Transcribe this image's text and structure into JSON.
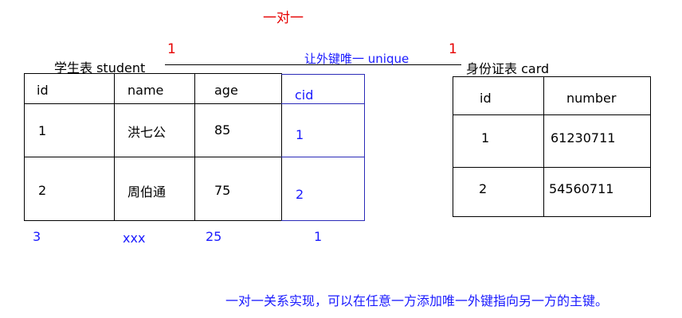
{
  "title": "一对一",
  "colors": {
    "red": "#e60000",
    "blue": "#1a1aff",
    "line": "#000000",
    "cid_border": "#2a2ab8"
  },
  "relation": {
    "left_card": "1",
    "right_card": "1",
    "label": "让外键唯一 unique"
  },
  "student": {
    "caption": "学生表 student",
    "headers": [
      "id",
      "name",
      "age",
      "cid"
    ],
    "rows": [
      [
        "1",
        "洪七公",
        "85",
        "1"
      ],
      [
        "2",
        "周伯通",
        "75",
        "2"
      ]
    ],
    "extra_row": [
      "3",
      "xxx",
      "25",
      "1"
    ]
  },
  "card": {
    "caption": "身份证表  card",
    "headers": [
      "id",
      "number"
    ],
    "rows": [
      [
        "1",
        "61230711"
      ],
      [
        "2",
        "54560711"
      ]
    ]
  },
  "note": "一对一关系实现，可以在任意一方添加唯一外键指向另一方的主键。"
}
